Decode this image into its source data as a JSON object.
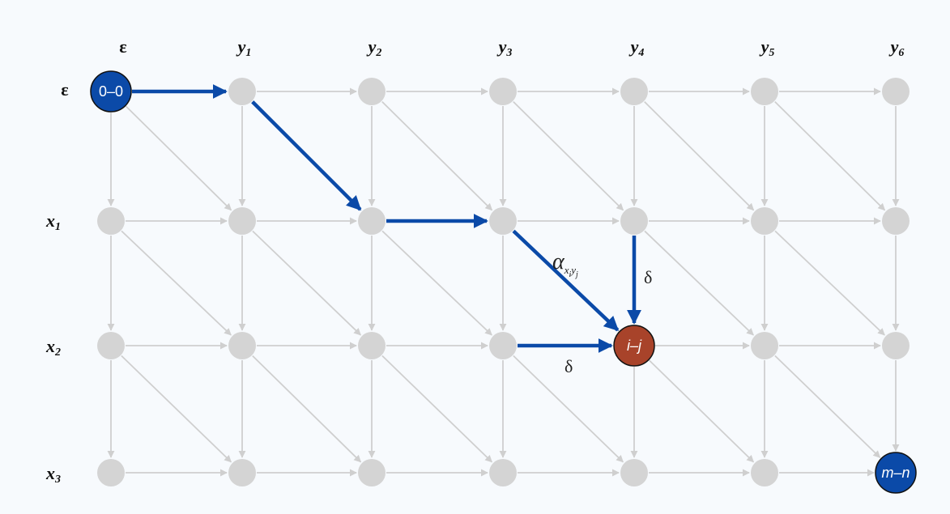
{
  "headers": {
    "columns": [
      {
        "base": "ε",
        "sub": ""
      },
      {
        "base": "y",
        "sub": "1"
      },
      {
        "base": "y",
        "sub": "2"
      },
      {
        "base": "y",
        "sub": "3"
      },
      {
        "base": "y",
        "sub": "4"
      },
      {
        "base": "y",
        "sub": "5"
      },
      {
        "base": "y",
        "sub": "6"
      }
    ],
    "rows": [
      {
        "base": "ε",
        "sub": ""
      },
      {
        "base": "x",
        "sub": "1"
      },
      {
        "base": "x",
        "sub": "2"
      },
      {
        "base": "x",
        "sub": "3"
      }
    ]
  },
  "grid": {
    "rows": 4,
    "cols": 7
  },
  "highlighted_nodes": [
    {
      "id": "start",
      "row": 0,
      "col": 0,
      "label": "0–0",
      "color": "#0b4aa8",
      "italic": false
    },
    {
      "id": "current",
      "row": 2,
      "col": 4,
      "label": "i–j",
      "color": "#a8432a",
      "italic": true
    },
    {
      "id": "end",
      "row": 3,
      "col": 6,
      "label": "m–n",
      "color": "#0b4aa8",
      "italic": true
    }
  ],
  "highlighted_edges": [
    {
      "from": [
        0,
        0
      ],
      "to": [
        0,
        1
      ]
    },
    {
      "from": [
        0,
        1
      ],
      "to": [
        1,
        2
      ]
    },
    {
      "from": [
        1,
        2
      ],
      "to": [
        1,
        3
      ]
    },
    {
      "from": [
        1,
        3
      ],
      "to": [
        2,
        4
      ]
    },
    {
      "from": [
        1,
        4
      ],
      "to": [
        2,
        4
      ]
    },
    {
      "from": [
        2,
        3
      ],
      "to": [
        2,
        4
      ]
    }
  ],
  "edge_labels": {
    "alpha": {
      "base": "α",
      "sub1": "x",
      "sub1b": "i",
      "sub2": "y",
      "sub2b": "j"
    },
    "delta_vertical": "δ",
    "delta_horizontal": "δ"
  },
  "colors": {
    "path": "#0b4aa8",
    "grid_node": "#d4d4d4",
    "grid_edge": "#cfcfcf",
    "node_border": "#111111"
  }
}
